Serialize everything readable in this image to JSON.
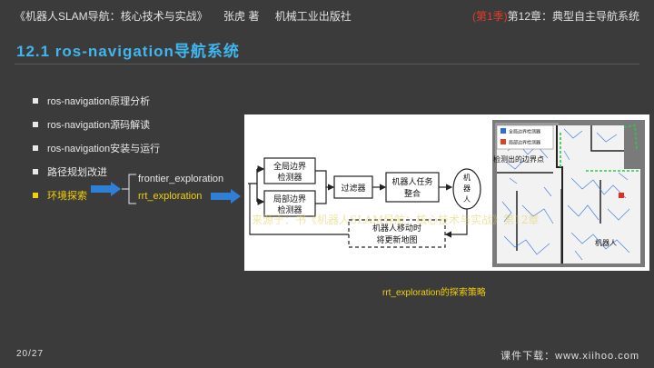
{
  "header": {
    "book": "《机器人SLAM导航：核心技术与实战》",
    "author": "张虎 著",
    "publisher": "机械工业出版社",
    "series": "(第1季)",
    "chapter": "第12章：典型自主导航系统"
  },
  "title": "12.1 ros-navigation导航系统",
  "menu": [
    {
      "label": "ros-navigation原理分析",
      "active": false
    },
    {
      "label": "ros-navigation源码解读",
      "active": false
    },
    {
      "label": "ros-navigation安装与运行",
      "active": false
    },
    {
      "label": "路径规划改进",
      "active": false
    },
    {
      "label": "环境探索",
      "active": true
    }
  ],
  "sub_items": [
    "frontier_exploration",
    "rrt_exploration"
  ],
  "figure": {
    "global_detector": [
      "全局边界",
      "检测器"
    ],
    "local_detector": [
      "局部边界",
      "检测器"
    ],
    "filter": "过滤器",
    "task_assign": [
      "机器人任务",
      "整合"
    ],
    "robot": [
      "机",
      "器",
      "人"
    ],
    "update": [
      "机器人移动时",
      "将更新地图"
    ],
    "legend_global": "全局边界检测器",
    "legend_local": "局部边界检测器",
    "frontier_label": "检测出的边界点",
    "robot_label": "机器人",
    "watermark": "来源于：书《机器人SLAM导航：核心技术与实战》第12章"
  },
  "caption": "rrt_exploration的探索策略",
  "page": "20/27",
  "footer": "课件下载：www.xiihoo.com",
  "colors": {
    "accent": "#3fb6ee",
    "highlight": "#f2d00a",
    "series": "#e23c2a",
    "arrow": "#2f7fd6"
  }
}
